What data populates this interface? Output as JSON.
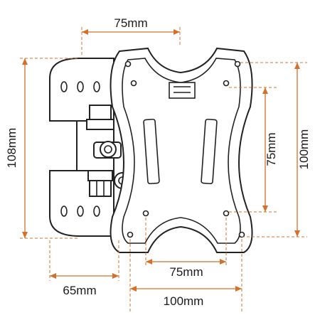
{
  "dimensions": {
    "top_width": "75mm",
    "left_height": "108mm",
    "vesa_vertical_small": "75mm",
    "vesa_vertical_large": "100mm",
    "vesa_horizontal_small": "75mm",
    "wall_plate_width": "65mm",
    "vesa_horizontal_large": "100mm"
  },
  "colors": {
    "dimension_line": "#d4702a",
    "outline": "#222222",
    "background": "#ffffff"
  }
}
